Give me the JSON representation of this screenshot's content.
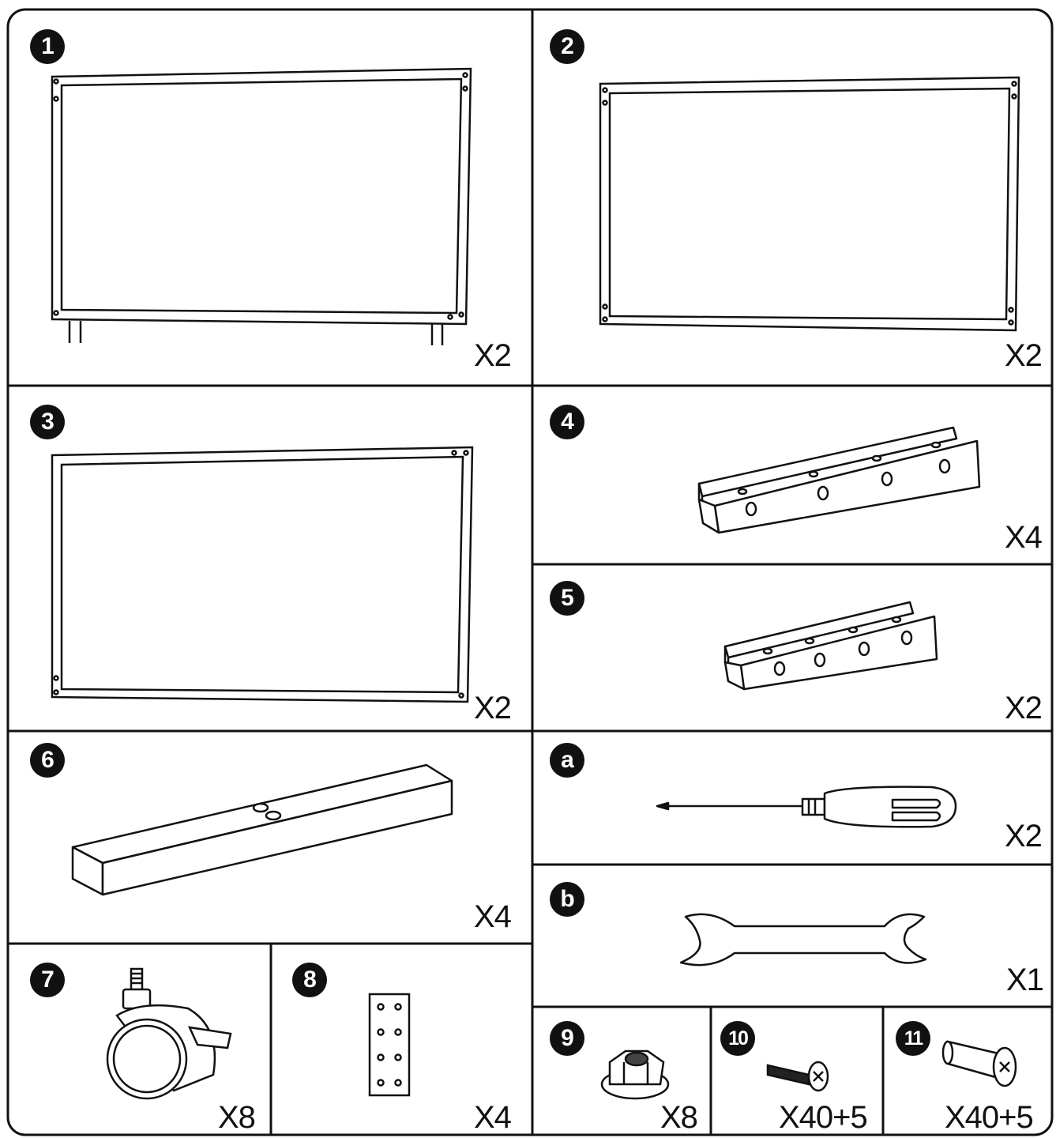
{
  "parts": [
    {
      "id": "panel-1",
      "label": "1",
      "qty": "X2"
    },
    {
      "id": "panel-2",
      "label": "2",
      "qty": "X2"
    },
    {
      "id": "panel-3",
      "label": "3",
      "qty": "X2"
    },
    {
      "id": "channel-4",
      "label": "4",
      "qty": "X4"
    },
    {
      "id": "channel-5",
      "label": "5",
      "qty": "X2"
    },
    {
      "id": "beam-6",
      "label": "6",
      "qty": "X4"
    },
    {
      "id": "caster-7",
      "label": "7",
      "qty": "X8"
    },
    {
      "id": "plate-8",
      "label": "8",
      "qty": "X4"
    },
    {
      "id": "nut-9",
      "label": "9",
      "qty": "X8"
    },
    {
      "id": "screw-10",
      "label": "10",
      "qty": "X40+5"
    },
    {
      "id": "bolt-11",
      "label": "11",
      "qty": "X40+5"
    },
    {
      "id": "tool-a",
      "label": "a",
      "qty": "X2"
    },
    {
      "id": "tool-b",
      "label": "b",
      "qty": "X1"
    }
  ],
  "icons": {
    "panel-1": "frame-panel-with-legs-icon",
    "panel-2": "frame-panel-icon",
    "panel-3": "frame-panel-icon",
    "channel-4": "u-channel-bracket-icon",
    "channel-5": "u-channel-bracket-icon",
    "beam-6": "square-beam-icon",
    "caster-7": "caster-wheel-icon",
    "plate-8": "connector-plate-icon",
    "nut-9": "hex-flange-nut-icon",
    "screw-10": "screw-icon",
    "bolt-11": "barrel-bolt-icon",
    "tool-a": "screwdriver-icon",
    "tool-b": "wrench-icon"
  }
}
